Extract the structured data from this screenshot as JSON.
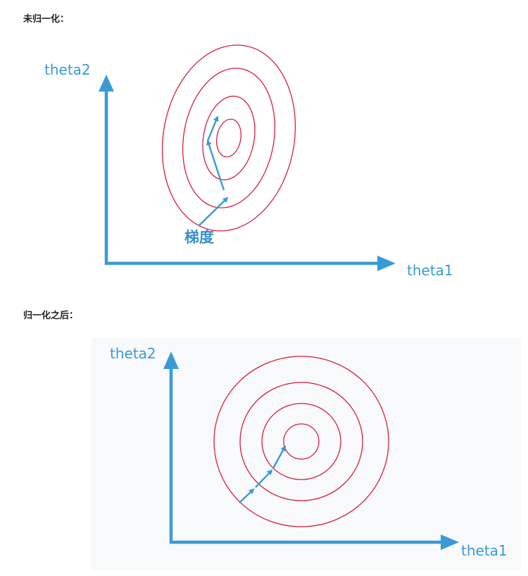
{
  "top_section": {
    "label": "未归一化：",
    "y_axis_label": "theta2",
    "x_axis_label": "theta1",
    "gradient_label": "梯度"
  },
  "bottom_section": {
    "label": "归一化之后：",
    "y_axis_label": "theta2",
    "x_axis_label": "theta1"
  },
  "colors": {
    "axis": "#3a9ad6",
    "contour": "#d81e3f",
    "label_text": "#222222",
    "panel_background": "#f8f9fa"
  }
}
